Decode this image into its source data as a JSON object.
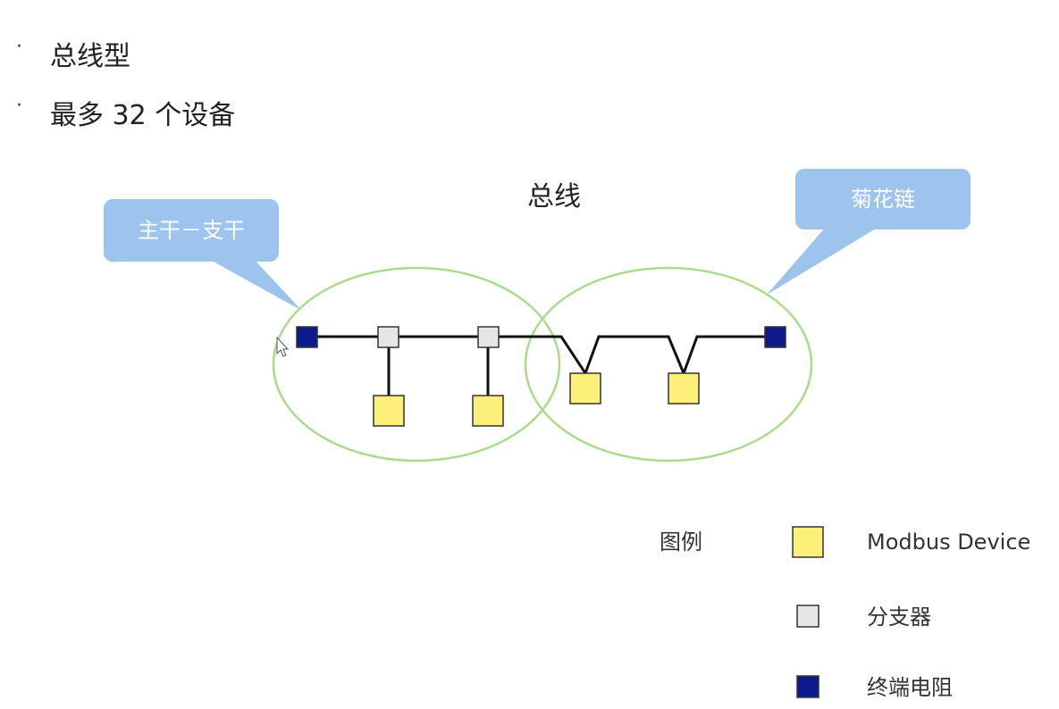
{
  "bullets": [
    {
      "marker": "·",
      "text": "总线型"
    },
    {
      "marker": "·",
      "text": "最多 32 个设备"
    }
  ],
  "diagram": {
    "title": "总线",
    "callouts": {
      "left": "主干－支干",
      "right": "菊花链"
    }
  },
  "legend": {
    "title": "图例",
    "items": [
      {
        "label": "Modbus Device",
        "color": "#fcf07a"
      },
      {
        "label": "分支器",
        "color": "#e6e6e6"
      },
      {
        "label": "终端电阻",
        "color": "#0d1a8c"
      }
    ]
  },
  "colors": {
    "device": "#fcf07a",
    "splitter": "#e6e6e6",
    "terminator": "#0d1a8c",
    "ellipse": "#a8dc8c",
    "callout": "#9cc4ec",
    "bus": "#111111"
  }
}
